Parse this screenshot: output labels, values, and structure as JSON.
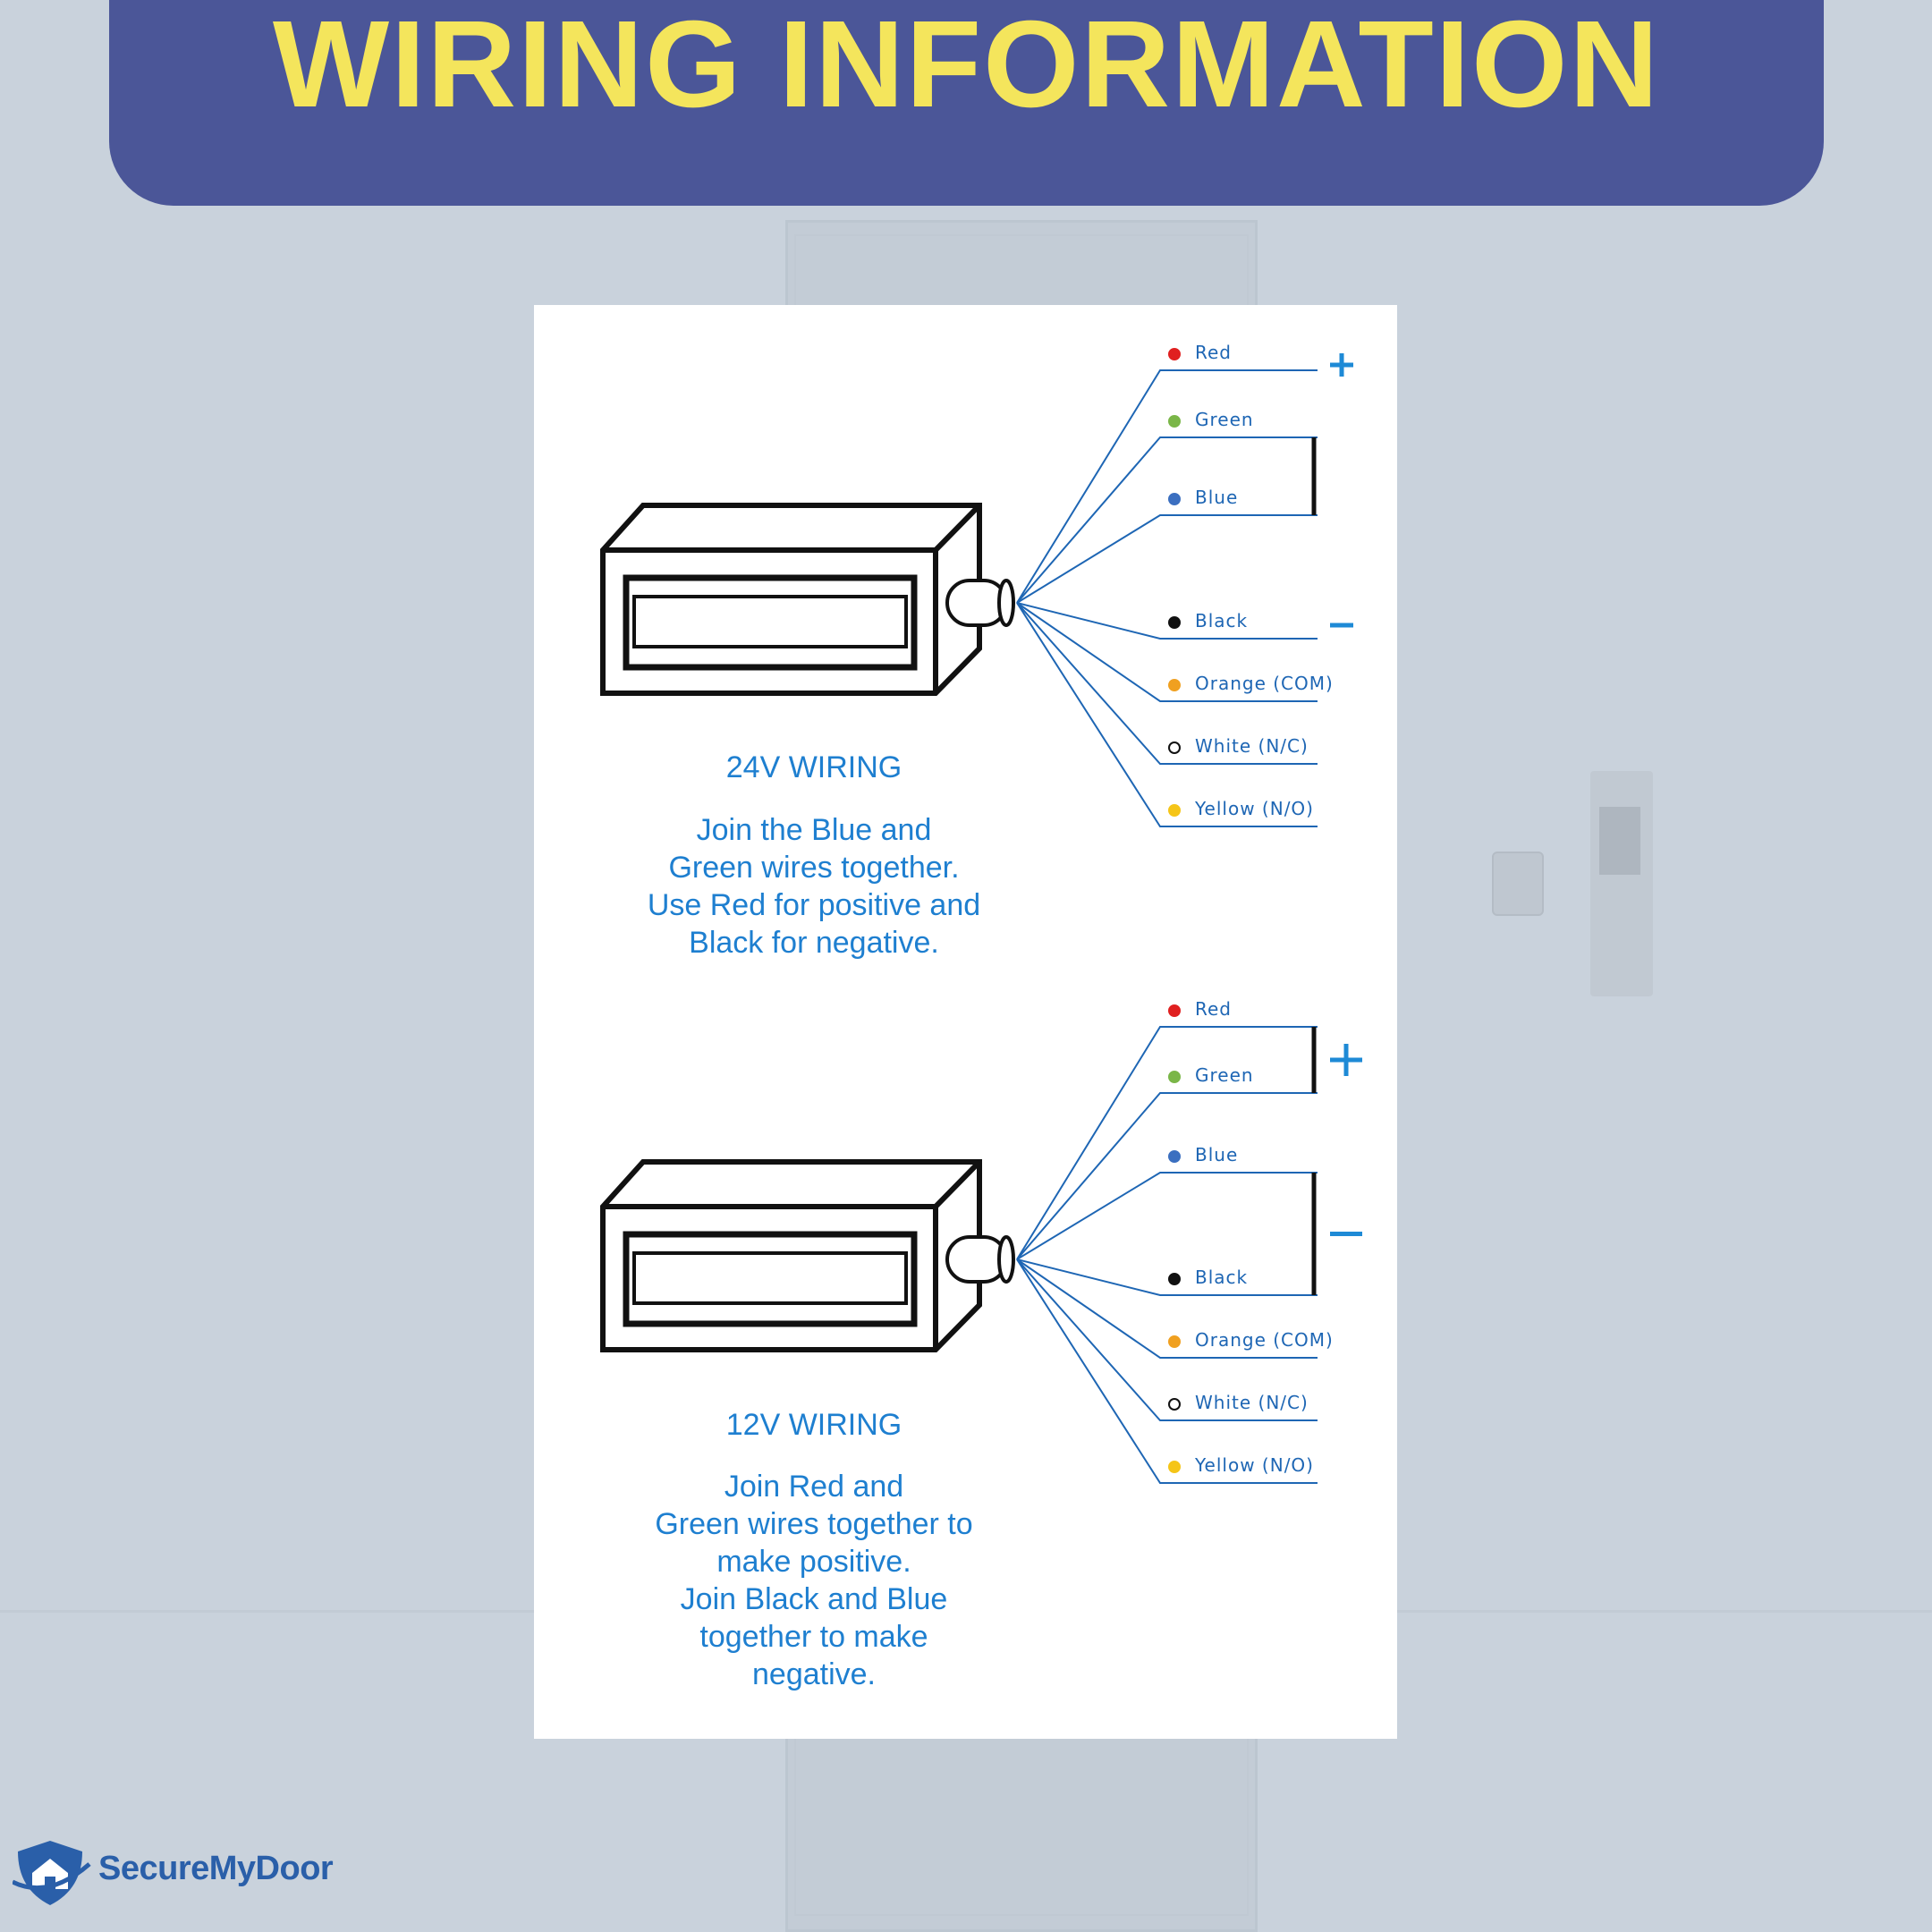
{
  "header": {
    "title": "WIRING INFORMATION"
  },
  "colors": {
    "banner": "#4b5698",
    "title": "#f4e55c",
    "wire": "#1e66b4",
    "text": "#1e7fd0"
  },
  "diagram_24v": {
    "title": "24V WIRING",
    "description": "Join the Blue and\nGreen wires together.\nUse Red for positive and\nBlack for negative.",
    "wires": [
      {
        "label": "Red",
        "color": "#e02020"
      },
      {
        "label": "Green",
        "color": "#7ab648"
      },
      {
        "label": "Blue",
        "color": "#3b6fc0"
      },
      {
        "label": "Black",
        "color": "#111111"
      },
      {
        "label": "Orange (COM)",
        "color": "#f0a020"
      },
      {
        "label": "White (N/C)",
        "color": "#ffffff"
      },
      {
        "label": "Yellow (N/O)",
        "color": "#f5c518"
      }
    ],
    "positive_symbol": "+",
    "negative_symbol": "−"
  },
  "diagram_12v": {
    "title": "12V WIRING",
    "description": "Join Red and\nGreen wires together to\nmake positive.\nJoin Black and Blue\ntogether to make\nnegative.",
    "wires": [
      {
        "label": "Red",
        "color": "#e02020"
      },
      {
        "label": "Green",
        "color": "#7ab648"
      },
      {
        "label": "Blue",
        "color": "#3b6fc0"
      },
      {
        "label": "Black",
        "color": "#111111"
      },
      {
        "label": "Orange (COM)",
        "color": "#f0a020"
      },
      {
        "label": "White (N/C)",
        "color": "#ffffff"
      },
      {
        "label": "Yellow (N/O)",
        "color": "#f5c518"
      }
    ],
    "positive_symbol": "+",
    "negative_symbol": "−"
  },
  "logo": {
    "text": "SecureMyDoor",
    "icon": "shield-house-icon"
  }
}
